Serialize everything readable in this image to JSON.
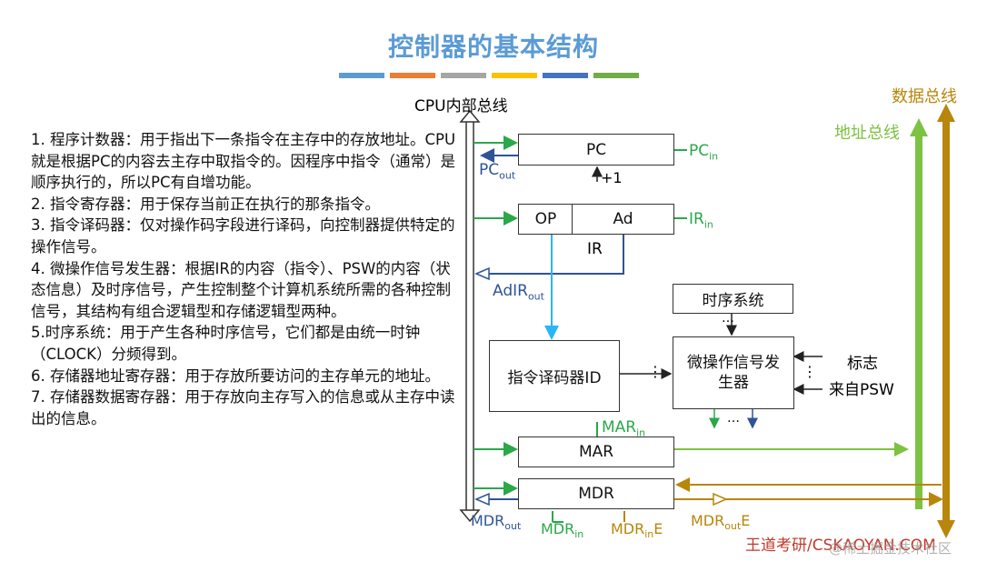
{
  "title": "控制器的基本结构",
  "color_bars": [
    "#5b9bd5",
    "#ed7d31",
    "#a5a5a5",
    "#ffc000",
    "#4472c4",
    "#70ad47"
  ],
  "description": [
    "1. 程序计数器：用于指出下一条指令在主存中的存放地址。CPU就是根据PC的内容去主存中取指令的。因程序中指令（通常）是顺序执行的，所以PC有自增功能。",
    "2. 指令寄存器：用于保存当前正在执行的那条指令。",
    "3. 指令译码器：仅对操作码字段进行译码，向控制器提供特定的操作信号。",
    "4. 微操作信号发生器：根据IR的内容（指令）、PSW的内容（状态信息）及时序信号，产生控制整个计算机系统所需的各种控制信号，其结构有组合逻辑型和存储逻辑型两种。",
    "5.时序系统：用于产生各种时序信号，它们都是由统一时钟（CLOCK）分频得到。",
    "6. 存储器地址寄存器：用于存放所要访问的主存单元的地址。",
    "7. 存储器数据寄存器：用于存放向主存写入的信息或从主存中读出的信息。"
  ],
  "diagram": {
    "cpu_bus": "CPU内部总线",
    "data_bus": "数据总线",
    "addr_bus": "地址总线",
    "pc": "PC",
    "plus1": "+1",
    "pc_in": {
      "main": "PC",
      "sub": "in"
    },
    "pc_out": {
      "main": "PC",
      "sub": "out"
    },
    "op": "OP",
    "ad": "Ad",
    "ir": "IR",
    "ir_in": {
      "main": "IR",
      "sub": "in"
    },
    "ad_ir_out": {
      "main": "AdIR",
      "sub": "out"
    },
    "timing": "时序系统",
    "decoder": "指令译码器ID",
    "micro_gen": "微操作信号发生器",
    "flag": "标志",
    "from_psw": "来自PSW",
    "dots_v": "⋮",
    "dots_h": "…",
    "mar": "MAR",
    "mar_in": {
      "main": "MAR",
      "sub": "in"
    },
    "mdr": "MDR",
    "mdr_out": {
      "main": "MDR",
      "sub": "out"
    },
    "mdr_in": {
      "main": "MDR",
      "sub": "in"
    },
    "mdr_in_e": {
      "main": "MDR",
      "sub": "in",
      "tail": "E"
    },
    "mdr_out_e": {
      "main": "MDR",
      "sub": "out",
      "tail": "E"
    }
  },
  "watermark": "王道考研/CSKAOYAN.COM",
  "watermark2": "@稀土掘金技术社区"
}
